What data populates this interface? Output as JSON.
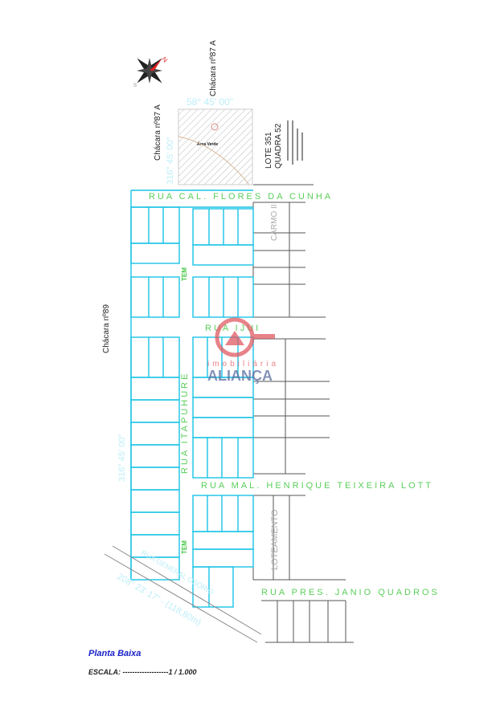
{
  "plan": {
    "neighbors": {
      "chacara_87a_top": "Chácara nº87 A",
      "chacara_87a_left": "Chácara nº87 A",
      "chacara_89": "Chácara nº89",
      "lote_351": "LOTE 351",
      "quadra_52": "QUADRA 52"
    },
    "bearings": {
      "top": "58° 45' 00\"",
      "left_top": "316° 45' 00\"",
      "left_mid": "316° 45' 00\"",
      "bottom": "208° 23' 17\" - (118,80m)"
    },
    "streets": {
      "flores_da_cunha": "RUA CAL. FLORES DA CUNHA",
      "ijui": "RUA IJUI",
      "henrique_lott": "RUA MAL. HENRIQUE TEIXEIRA LOTT",
      "janio_quadros": "RUA PRES. JANIO QUADROS",
      "vertical_left": "RUA ITAPUHURE",
      "carmo": "CARMO II",
      "loteamento": "LOTEAMENTO",
      "diagonal": "RUA GENERAL OSÓRIO"
    },
    "area_labels": {
      "area_verde": "Área Verde",
      "tem": "TEM"
    },
    "compass": {
      "n": "N",
      "s": "S"
    }
  },
  "watermark": {
    "line1": "imobiliária",
    "line2": "ALIANÇA"
  },
  "footer": {
    "title": "Planta Baixa",
    "scale": "ESCALA: -------------------1 / 1.000"
  },
  "colors": {
    "lot": "#19c3e6",
    "street": "#3ec63e",
    "gray": "#555555",
    "title": "#1a22c8",
    "watermark": "#e05a62"
  }
}
